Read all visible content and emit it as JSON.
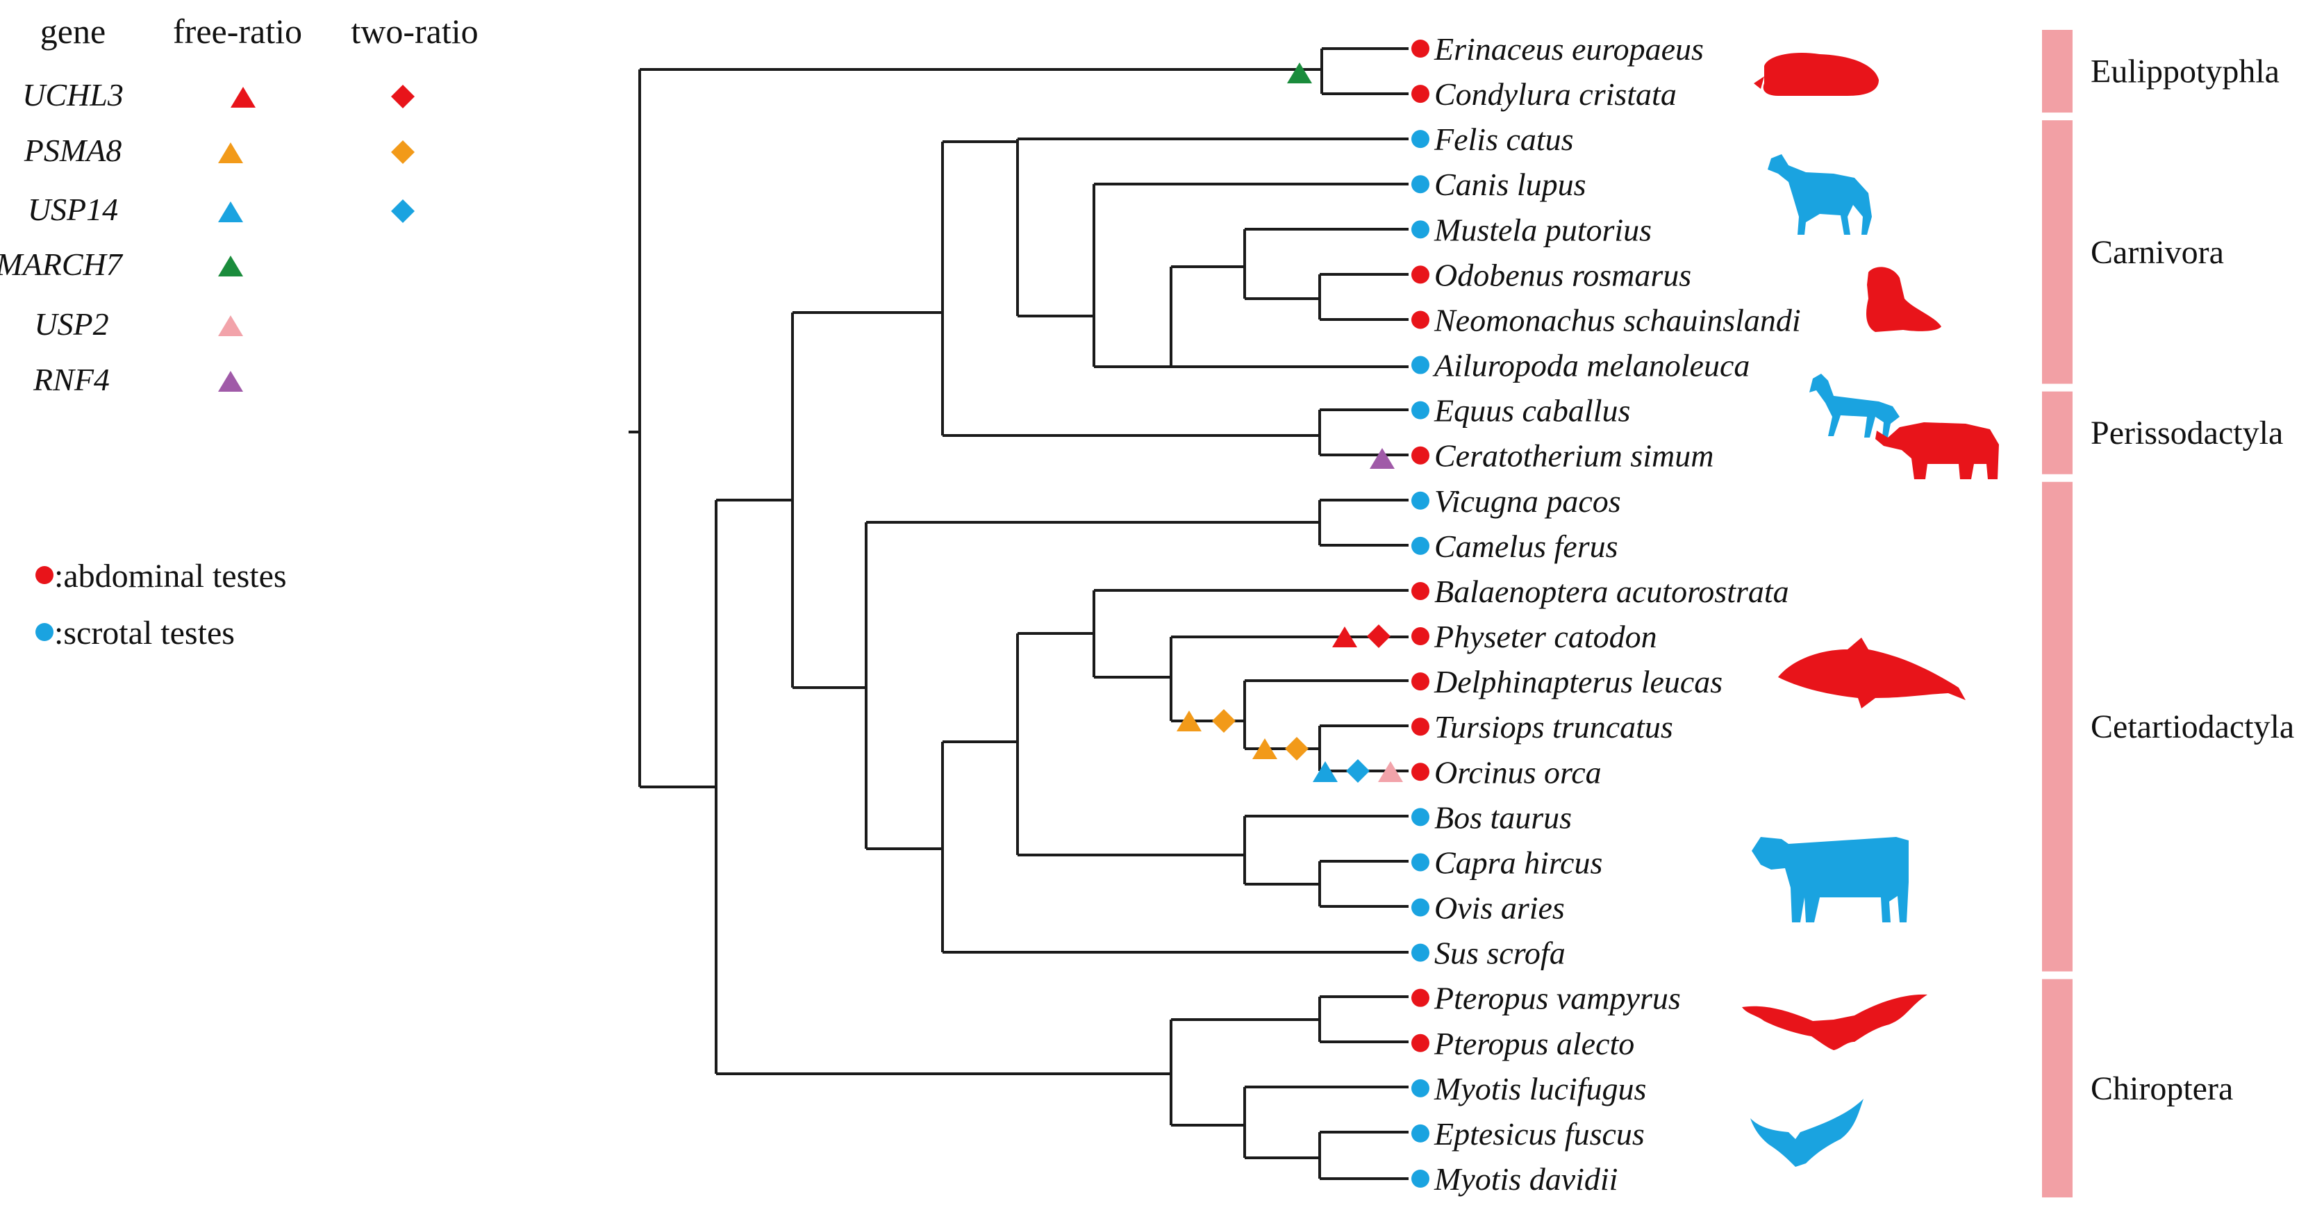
{
  "legend": {
    "headers": {
      "gene": "gene",
      "free_ratio": "free-ratio",
      "two_ratio": "two-ratio"
    },
    "genes": [
      {
        "name": "UCHL3",
        "color": "#e8141a",
        "two_ratio": true
      },
      {
        "name": "PSMA8",
        "color": "#f29a19",
        "two_ratio": true
      },
      {
        "name": "USP14",
        "color": "#1aa3e0",
        "two_ratio": true
      },
      {
        "name": "MARCH7",
        "color": "#1a8c3c",
        "two_ratio": false
      },
      {
        "name": "USP2",
        "color": "#f2a3aa",
        "two_ratio": false
      },
      {
        "name": "RNF4",
        "color": "#a05aa8",
        "two_ratio": false
      }
    ],
    "testes": [
      {
        "label": ":abdominal testes",
        "color": "#e8141a"
      },
      {
        "label": ":scrotal testes",
        "color": "#1aa3e0"
      }
    ]
  },
  "species": [
    {
      "name": "Erinaceus europaeus",
      "testes": "abdominal"
    },
    {
      "name": "Condylura cristata",
      "testes": "abdominal"
    },
    {
      "name": "Felis catus",
      "testes": "scrotal"
    },
    {
      "name": "Canis lupus",
      "testes": "scrotal"
    },
    {
      "name": "Mustela putorius",
      "testes": "scrotal"
    },
    {
      "name": "Odobenus rosmarus",
      "testes": "abdominal"
    },
    {
      "name": "Neomonachus schauinslandi",
      "testes": "abdominal"
    },
    {
      "name": "Ailuropoda melanoleuca",
      "testes": "scrotal"
    },
    {
      "name": "Equus caballus",
      "testes": "scrotal"
    },
    {
      "name": "Ceratotherium simum",
      "testes": "abdominal"
    },
    {
      "name": "Vicugna pacos",
      "testes": "scrotal"
    },
    {
      "name": "Camelus ferus",
      "testes": "scrotal"
    },
    {
      "name": "Balaenoptera acutorostrata",
      "testes": "abdominal"
    },
    {
      "name": "Physeter catodon",
      "testes": "abdominal"
    },
    {
      "name": "Delphinapterus leucas",
      "testes": "abdominal"
    },
    {
      "name": "Tursiops truncatus",
      "testes": "abdominal"
    },
    {
      "name": "Orcinus orca",
      "testes": "abdominal"
    },
    {
      "name": "Bos taurus",
      "testes": "scrotal"
    },
    {
      "name": "Capra hircus",
      "testes": "scrotal"
    },
    {
      "name": "Ovis aries",
      "testes": "scrotal"
    },
    {
      "name": "Sus scrofa",
      "testes": "scrotal"
    },
    {
      "name": "Pteropus vampyrus",
      "testes": "abdominal"
    },
    {
      "name": "Pteropus alecto",
      "testes": "abdominal"
    },
    {
      "name": "Myotis lucifugus",
      "testes": "scrotal"
    },
    {
      "name": "Eptesicus fuscus",
      "testes": "scrotal"
    },
    {
      "name": "Myotis davidii",
      "testes": "scrotal"
    }
  ],
  "orders": [
    {
      "name": "Eulippotyphla",
      "first": 0,
      "last": 1
    },
    {
      "name": "Carnivora",
      "first": 2,
      "last": 7
    },
    {
      "name": "Perissodactyla",
      "first": 8,
      "last": 9
    },
    {
      "name": "Cetartiodactyla",
      "first": 10,
      "last": 20
    },
    {
      "name": "Chiroptera",
      "first": 21,
      "last": 25
    }
  ],
  "colors": {
    "abdominal": "#e8141a",
    "scrotal": "#1aa3e0",
    "order_bar": "#f2a0a5",
    "branch": "#1a1a1a"
  },
  "silhouettes": [
    {
      "animal": "hedgehog-icon",
      "color": "#e8141a"
    },
    {
      "animal": "wolf-icon",
      "color": "#1aa3e0"
    },
    {
      "animal": "sea-lion-icon",
      "color": "#e8141a"
    },
    {
      "animal": "horse-icon",
      "color": "#1aa3e0"
    },
    {
      "animal": "rhinoceros-icon",
      "color": "#e8141a"
    },
    {
      "animal": "dolphin-icon",
      "color": "#e8141a"
    },
    {
      "animal": "cow-icon",
      "color": "#1aa3e0"
    },
    {
      "animal": "fruit-bat-icon",
      "color": "#e8141a"
    },
    {
      "animal": "small-bat-icon",
      "color": "#1aa3e0"
    }
  ]
}
